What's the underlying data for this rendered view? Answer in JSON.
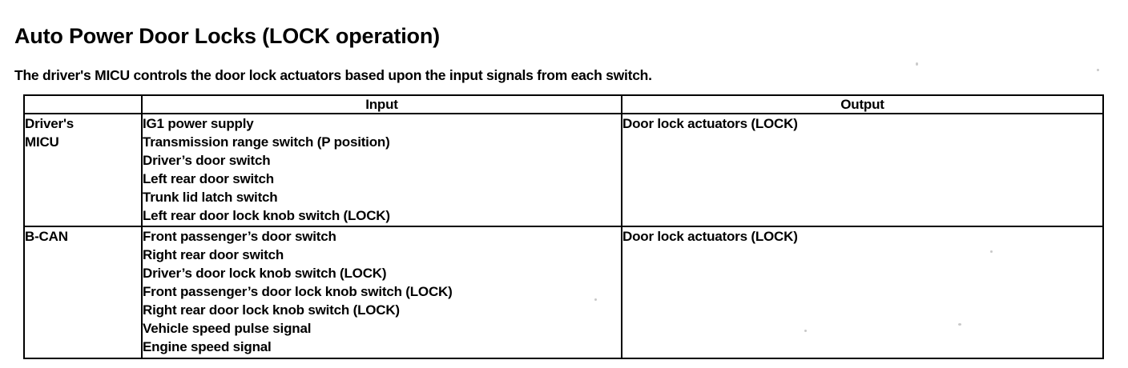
{
  "document": {
    "title": "Auto Power Door Locks (LOCK operation)",
    "intro": "The driver's MICU controls the door lock actuators based upon the input signals from each switch."
  },
  "table": {
    "headers": {
      "source": "",
      "input": "Input",
      "output": "Output"
    },
    "rows": [
      {
        "source": "Driver's\nMICU",
        "inputs": [
          "IG1 power supply",
          "Transmission range switch (P position)",
          "Driver’s door switch",
          "Left rear door switch",
          "Trunk lid latch switch",
          "Left rear door lock knob switch (LOCK)"
        ],
        "output": "Door lock actuators (LOCK)"
      },
      {
        "source": "B-CAN",
        "inputs": [
          "Front passenger’s door switch",
          "Right rear door switch",
          "Driver’s door lock knob switch (LOCK)",
          "Front passenger’s door lock knob switch (LOCK)",
          "Right rear door lock knob switch (LOCK)",
          "Vehicle speed pulse signal",
          "Engine speed signal"
        ],
        "output": "Door lock actuators (LOCK)"
      }
    ]
  },
  "colors": {
    "ink": "#000000",
    "paper": "#ffffff"
  }
}
